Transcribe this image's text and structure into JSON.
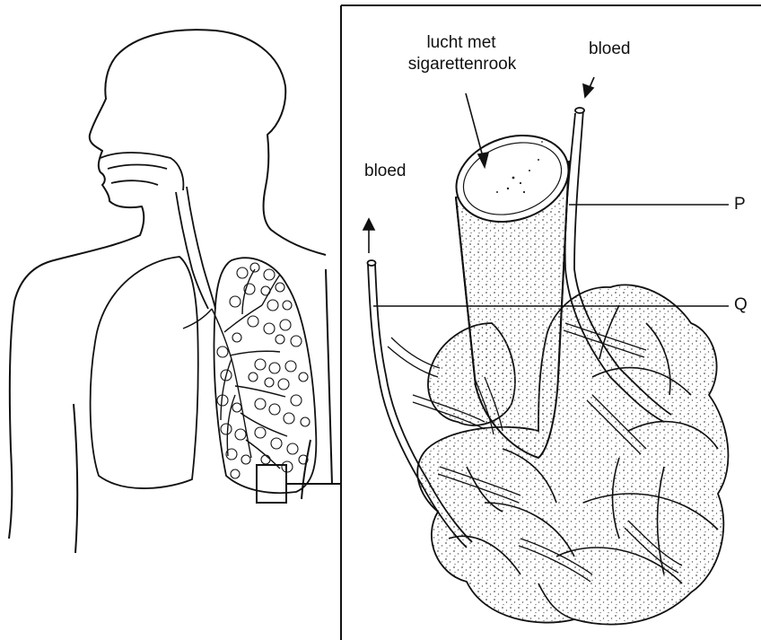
{
  "labels": {
    "air_line1": "lucht met",
    "air_line2": "sigarettenrook",
    "blood_in": "bloed",
    "blood_out": "bloed",
    "point_p": "P",
    "point_q": "Q"
  },
  "colors": {
    "ink": "#111111",
    "stipple": "#555555",
    "background": "#ffffff"
  }
}
